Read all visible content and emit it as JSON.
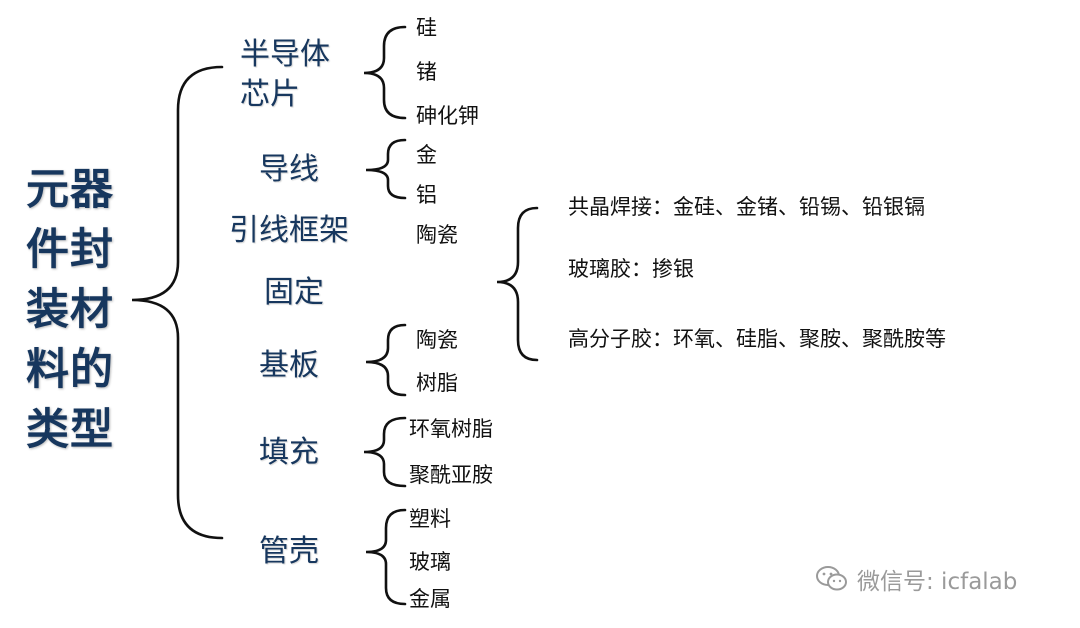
{
  "root_label": "元器\n件封\n装材\n料的\n类型",
  "categories": [
    {
      "label": "半导体\n芯片",
      "items": [
        "硅",
        "锗",
        "砷化钾"
      ]
    },
    {
      "label": "导线",
      "items": [
        "金",
        "铝"
      ]
    },
    {
      "label": "引线框架",
      "items": [
        "陶瓷"
      ]
    },
    {
      "label": "固定",
      "items": []
    },
    {
      "label": "基板",
      "items": [
        "陶瓷",
        "树脂"
      ]
    },
    {
      "label": "填充",
      "items": [
        "环氧树脂",
        "聚酰亚胺"
      ]
    },
    {
      "label": "管壳",
      "items": [
        "塑料",
        "玻璃",
        "金属"
      ]
    }
  ],
  "fixing_methods": [
    "共晶焊接：金硅、金锗、铅锡、铅银镉",
    "玻璃胶：掺银",
    "高分子胶：环氧、硅脂、聚胺、聚酰胺等"
  ],
  "watermark": "微信号: icfalab",
  "colors": {
    "category_text": "#17375e",
    "item_text": "#111111",
    "bracket_stroke": "#111111",
    "watermark": "#9a9a9a"
  }
}
